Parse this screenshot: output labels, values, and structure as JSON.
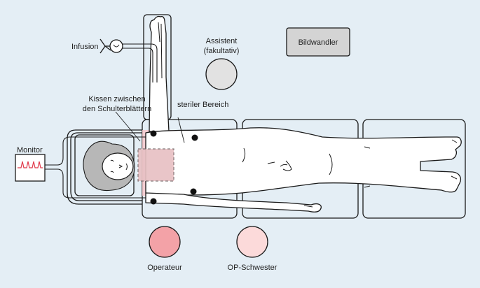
{
  "labels": {
    "infusion": "Infusion",
    "monitor": "Monitor",
    "assistent_line1": "Assistent",
    "assistent_line2": "(fakultativ)",
    "bildwandler": "Bildwandler",
    "kissen_line1": "Kissen zwischen",
    "kissen_line2": "den Schulterblättern",
    "steriler_bereich": "steriler Bereich",
    "operateur": "Operateur",
    "op_schwester": "OP-Schwester"
  },
  "colors": {
    "background": "#e4eef5",
    "operateur": "#f3a2a7",
    "op_schwester": "#fcdada",
    "assistent": "#e2e2e2",
    "bildwandler": "#d4d4d4",
    "sterile_area": "#f7c6cb",
    "pillow": "#e8c1c4",
    "hair": "#b7b7b7",
    "outline": "#1a1a1a"
  },
  "icons": [
    "infusion-stand-icon",
    "monitor-ecg-icon"
  ]
}
